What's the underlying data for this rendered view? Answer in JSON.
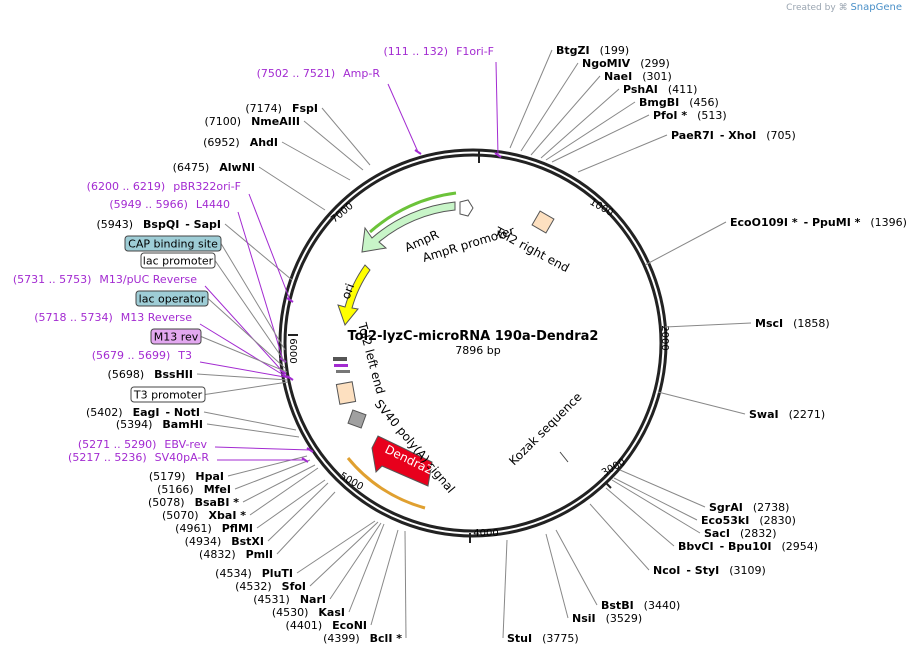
{
  "watermark": {
    "prefix": "Created by",
    "brand": "SnapGene"
  },
  "plasmid": {
    "name": "Tol2-lyzC-microRNA 190a-Dendra2",
    "size": "7896 bp"
  },
  "ticks": [
    "1000",
    "2000",
    "3000",
    "4000",
    "5000",
    "6000",
    "7000"
  ],
  "sites_right": [
    {
      "name": "BtgZI",
      "pos": "(199)"
    },
    {
      "name": "NgoMIV",
      "pos": "(299)"
    },
    {
      "name": "NaeI",
      "pos": "(301)"
    },
    {
      "name": "PshAI",
      "pos": "(411)"
    },
    {
      "name": "BmgBI",
      "pos": "(456)"
    },
    {
      "name": "PfoI *",
      "pos": "(513)"
    },
    {
      "name": "PaeR7I",
      "name2": "- XhoI",
      "pos": "(705)"
    },
    {
      "name": "EcoO109I *",
      "name2": "- PpuMI *",
      "pos": "(1396)"
    },
    {
      "name": "MscI",
      "pos": "(1858)"
    },
    {
      "name": "SwaI",
      "pos": "(2271)"
    },
    {
      "name": "SgrAI",
      "pos": "(2738)"
    },
    {
      "name": "Eco53kI",
      "pos": "(2830)"
    },
    {
      "name": "SacI",
      "pos": "(2832)"
    },
    {
      "name": "BbvCI",
      "name2": "- Bpu10I",
      "pos": "(2954)"
    },
    {
      "name": "NcoI",
      "name2": "- StyI",
      "pos": "(3109)"
    },
    {
      "name": "BstBI",
      "pos": "(3440)"
    },
    {
      "name": "NsiI",
      "pos": "(3529)"
    },
    {
      "name": "StuI",
      "pos": "(3775)"
    }
  ],
  "sites_left": [
    {
      "pos": "(7174)",
      "name": "FspI"
    },
    {
      "pos": "(7100)",
      "name": "NmeAIII"
    },
    {
      "pos": "(6952)",
      "name": "AhdI"
    },
    {
      "pos": "(6475)",
      "name": "AlwNI"
    },
    {
      "pos": "(5943)",
      "name": "BspQI",
      "name2": "- SapI"
    },
    {
      "pos": "(5698)",
      "name": "BssHII"
    },
    {
      "pos": "(5402)",
      "name": "EagI",
      "name2": "- NotI"
    },
    {
      "pos": "(5394)",
      "name": "BamHI"
    },
    {
      "pos": "(5179)",
      "name": "HpaI"
    },
    {
      "pos": "(5166)",
      "name": "MfeI"
    },
    {
      "pos": "(5078)",
      "name": "BsaBI *"
    },
    {
      "pos": "(5070)",
      "name": "XbaI *"
    },
    {
      "pos": "(4961)",
      "name": "PflMI"
    },
    {
      "pos": "(4934)",
      "name": "BstXI"
    },
    {
      "pos": "(4832)",
      "name": "PmlI"
    },
    {
      "pos": "(4534)",
      "name": "PluTI"
    },
    {
      "pos": "(4532)",
      "name": "SfoI"
    },
    {
      "pos": "(4531)",
      "name": "NarI"
    },
    {
      "pos": "(4530)",
      "name": "KasI"
    },
    {
      "pos": "(4401)",
      "name": "EcoNI"
    },
    {
      "pos": "(4399)",
      "name": "BclI *"
    }
  ],
  "primers": [
    {
      "range": "(111 .. 132)",
      "name": "F1ori-F"
    },
    {
      "range": "(7502 .. 7521)",
      "name": "Amp-R"
    },
    {
      "range": "(6200 .. 6219)",
      "name": "pBR322ori-F"
    },
    {
      "range": "(5949 .. 5966)",
      "name": "L4440"
    },
    {
      "range": "(5731 .. 5753)",
      "name": "M13/pUC Reverse"
    },
    {
      "range": "(5718 .. 5734)",
      "name": "M13 Reverse"
    },
    {
      "range": "(5679 .. 5699)",
      "name": "T3"
    },
    {
      "range": "(5271 .. 5290)",
      "name": "EBV-rev"
    },
    {
      "range": "(5217 .. 5236)",
      "name": "SV40pA-R"
    }
  ],
  "boxed_features": [
    {
      "label": "CAP binding site",
      "fill": "#9ecdd6"
    },
    {
      "label": "lac promoter",
      "fill": "#ffffff"
    },
    {
      "label": "lac operator",
      "fill": "#9ecdd6"
    },
    {
      "label": "M13 rev",
      "fill": "#e3a8f0"
    },
    {
      "label": "T3 promoter",
      "fill": "#ffffff"
    }
  ],
  "features": {
    "ampr": "AmpR",
    "ampr_promoter": "AmpR promoter",
    "tol2_right": "Tol2 right end",
    "ori": "ori",
    "tol2_left": "Tol2 left end",
    "sv40": "SV40 poly(A) signal",
    "dendra2": "Dendra2",
    "kozak": "Kozak sequence"
  },
  "colors": {
    "site_line": "#888888",
    "primer": "#a32bd1",
    "ampr": "#c8f5c8",
    "ori": "#ffff00",
    "dendra2": "#e8001c",
    "tol2": "#fde0c0",
    "sv40": "#a0a0a0"
  }
}
